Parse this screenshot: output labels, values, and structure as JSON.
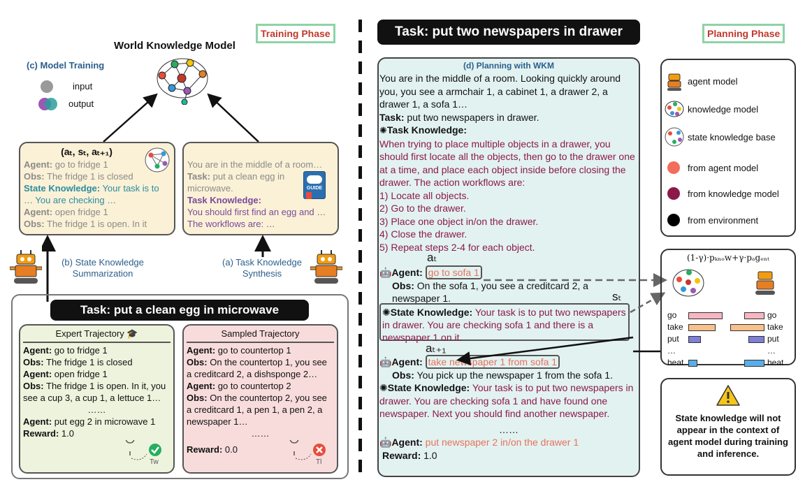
{
  "left": {
    "phase_label": "Training Phase",
    "wkm_title": "World Knowledge Model",
    "model_training": "(c) Model Training",
    "legend_input": "input",
    "legend_output": "output",
    "tuple_label": "(aₜ, sₜ, aₜ₊₁)",
    "box1": {
      "l1a": "Agent:",
      "l1b": " go to fridge 1",
      "l2a": "Obs:",
      "l2b": " The fridge 1 is closed",
      "l3a": "State Knowledge:",
      "l3b": " Your task is to … You are checking …",
      "l4a": "Agent:",
      "l4b": " open fridge 1",
      "l5a": "Obs:",
      "l5b": " The fridge 1 is open. In it"
    },
    "box2": {
      "l1": "You are in the middle of a room…",
      "l2a": "Task:",
      "l2b": " put a clean egg in microwave.",
      "l3a": "Task Knowledge:",
      "l3b": "You should first find an egg and … The workflows are: …"
    },
    "guide_label": "GUIDE",
    "state_summ": "(b) State Knowledge Summarization",
    "task_synth": "(a) Task Knowledge Synthesis",
    "task_banner": "Task: put a clean egg in microwave",
    "expert": {
      "title": "Expert Trajectory",
      "lines": [
        [
          "Agent:",
          " go to fridge 1"
        ],
        [
          "Obs:",
          " The fridge 1 is closed"
        ],
        [
          "Agent:",
          " open fridge 1"
        ],
        [
          "Obs:",
          " The fridge 1 is open. In it, you see a cup 3, a cup 1, a lettuce 1…"
        ]
      ],
      "dots": "……",
      "last_agent": [
        "Agent:",
        " put egg 2 in microwave 1"
      ],
      "reward": [
        "Reward:",
        " 1.0"
      ],
      "tw": "Tw"
    },
    "sampled": {
      "title": "Sampled Trajectory",
      "lines": [
        [
          "Agent:",
          " go to countertop 1"
        ],
        [
          "Obs:",
          " On the countertop 1, you see a creditcard 2, a dishsponge 2…"
        ],
        [
          "Agent:",
          " go to countertop 2"
        ],
        [
          "Obs:",
          " On the countertop 2, you see a creditcard 1, a pen 1, a pen 2, a newspaper 1…"
        ]
      ],
      "dots": "……",
      "reward": [
        "Reward:",
        " 0.0"
      ],
      "tl": "Tl"
    }
  },
  "right": {
    "task_banner": "Task: put two newspapers in drawer",
    "phase_label": "Planning Phase",
    "panel_title": "(d) Planning with WKM",
    "intro": "You are in the middle of a room. Looking quickly around you, you see a armchair 1, a cabinet 1, a drawer 2, a drawer 1, a sofa 1…",
    "task_a": "Task:",
    "task_b": " put two newspapers in drawer.",
    "tk_label": "Task Knowledge:",
    "tk_text": "When trying to place multiple objects in a drawer, you should first locate all the objects, then go to the drawer one at a time, and place each object inside before closing the drawer. The action workflows are:",
    "steps": [
      "1) Locate all objects.",
      "2) Go to the drawer.",
      "3) Place one object in/on the drawer.",
      "4) Close the drawer.",
      "5) Repeat steps 2-4 for each object."
    ],
    "a_t": "aₜ",
    "agent1a": "Agent:",
    "agent1b": "go to sofa 1",
    "obs1a": "Obs:",
    "obs1b": " On the sofa 1, you see a creditcard 2, a newspaper 1.",
    "s_t": "sₜ",
    "sk1a": "State Knowledge:",
    "sk1b": " Your task is to put two newspapers in drawer. You are checking sofa 1 and there is a newspaper 1 on it.",
    "a_t1": "aₜ₊₁",
    "agent2a": "Agent:",
    "agent2b": "take newspaper 1 from sofa 1",
    "obs2a": "Obs:",
    "obs2b": " You pick up the newspaper 1 from the sofa 1.",
    "sk2a": "State Knowledge:",
    "sk2b": " Your task is to put two newspapers in drawer. You are checking sofa 1 and have found one newspaper. Next you should find another newspaper.",
    "dots": "……",
    "agent3a": "Agent:",
    "agent3b": "put newspaper 2 in/on the drawer 1",
    "reward_a": "Reward:",
    "reward_b": " 1.0",
    "legend": {
      "agent_model": "agent model",
      "knowledge_model": "knowledge model",
      "state_kb": "state knowledge base",
      "from_agent": "from agent model",
      "from_knowledge": "from knowledge model",
      "from_env": "from environment"
    },
    "formula": "(1-γ)·pₖₙₒw+γ·pₐgₑₙₜ",
    "actions": [
      "go",
      "take",
      "put",
      "…",
      "heat"
    ],
    "bars_left": [
      0.95,
      0.75,
      0.35,
      0.0,
      0.25
    ],
    "bars_right": [
      0.55,
      0.95,
      0.45,
      0.0,
      0.55
    ],
    "colors": {
      "accent_salmon": "#e8725a",
      "accent_maroon": "#8b1a4a",
      "panel_bg": "#e2f2f1"
    },
    "warning": "State knowledge will not appear in the context of agent model during training and inference."
  }
}
